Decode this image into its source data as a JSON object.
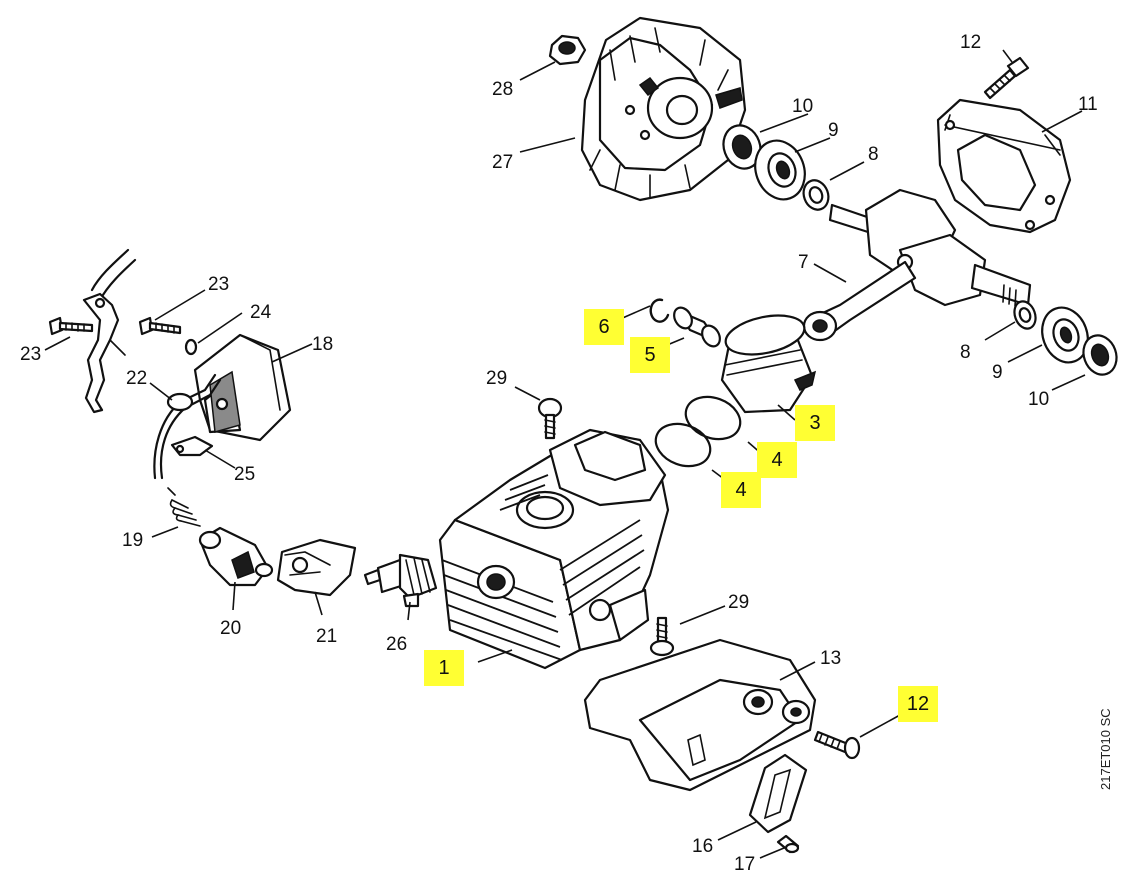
{
  "diagram": {
    "code": "217ET010 SC",
    "highlight_color": "#ffff33",
    "labels": {
      "l1": "1",
      "l3": "3",
      "l4a": "4",
      "l4b": "4",
      "l5": "5",
      "l6": "6",
      "l7": "7",
      "l8a": "8",
      "l8b": "8",
      "l9a": "9",
      "l9b": "9",
      "l10a": "10",
      "l10b": "10",
      "l11": "11",
      "l12a": "12",
      "l12b": "12",
      "l13": "13",
      "l16": "16",
      "l17": "17",
      "l18": "18",
      "l19": "19",
      "l20": "20",
      "l21": "21",
      "l22": "22",
      "l23a": "23",
      "l23b": "23",
      "l24": "24",
      "l25": "25",
      "l26": "26",
      "l27": "27",
      "l28": "28",
      "l29a": "29",
      "l29b": "29"
    }
  }
}
